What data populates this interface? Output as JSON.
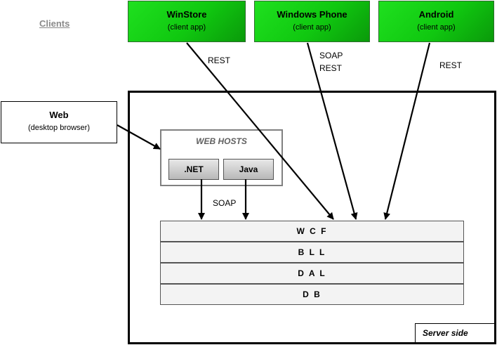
{
  "clients_label": "Clients",
  "clients": [
    {
      "title": "WinStore",
      "subtitle": "(client app)"
    },
    {
      "title": "Windows Phone",
      "subtitle": "(client app)"
    },
    {
      "title": "Android",
      "subtitle": "(client app)"
    }
  ],
  "web": {
    "title": "Web",
    "subtitle": "(desktop browser)"
  },
  "web_hosts": {
    "title": "WEB HOSTS",
    "hosts": [
      ".NET",
      "Java"
    ]
  },
  "layers": [
    "W C F",
    "B L L",
    "D A L",
    "D B"
  ],
  "edge_labels": {
    "winstore": "REST",
    "windows_phone_1": "SOAP",
    "windows_phone_2": "REST",
    "android": "REST",
    "hosts_to_wcf": "SOAP"
  },
  "server_side_label": "Server side",
  "colors": {
    "client_green": "#10c810",
    "host_gray": "#c8c8c8",
    "layer_fill": "#f3f3f3"
  }
}
